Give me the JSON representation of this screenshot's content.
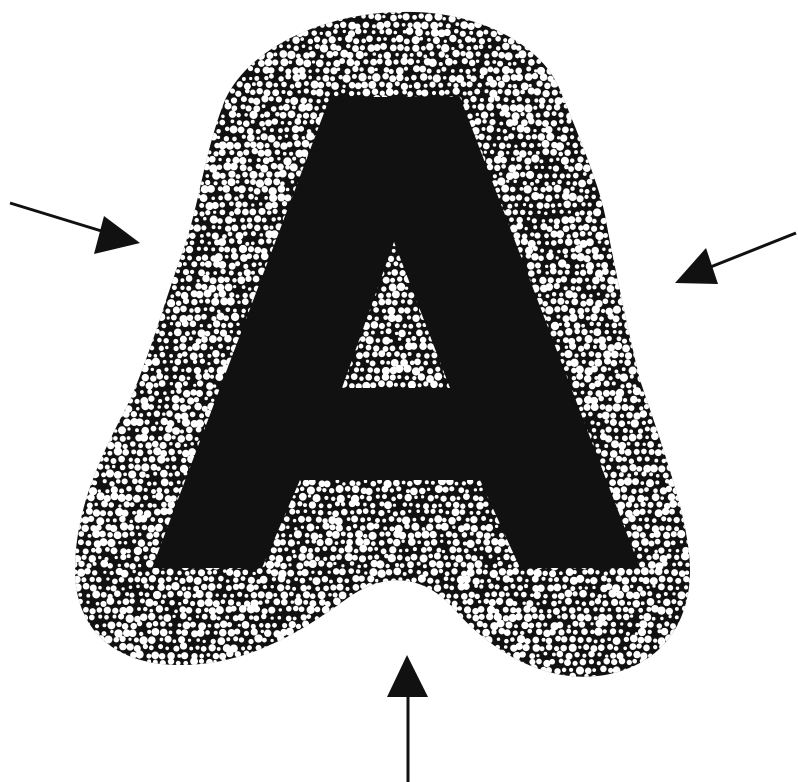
{
  "figure": {
    "letter": "A",
    "colors": {
      "background": "#ffffff",
      "ink": "#111111",
      "bubble": "#ffffff"
    },
    "halo_texture": "foam-bubbles",
    "arrows": [
      {
        "name": "left-arrow",
        "points_toward": "halo"
      },
      {
        "name": "right-arrow",
        "points_toward": "halo"
      },
      {
        "name": "bottom-arrow",
        "points_toward": "halo"
      }
    ]
  }
}
